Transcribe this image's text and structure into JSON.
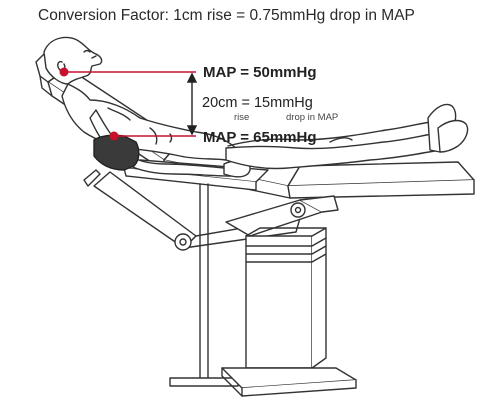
{
  "diagram": {
    "title": "Conversion Factor: 1cm rise = 0.75mmHg drop in MAP",
    "head_reading": "MAP = 50mmHg",
    "height_difference": "20cm = 15mmHg",
    "rise_label": "rise",
    "drop_label": "drop in MAP",
    "cuff_reading": "MAP = 65mmHg"
  },
  "colors": {
    "measurement_line": "#c8102e",
    "cuff": "#3a3a3a",
    "outline": "#333333"
  }
}
